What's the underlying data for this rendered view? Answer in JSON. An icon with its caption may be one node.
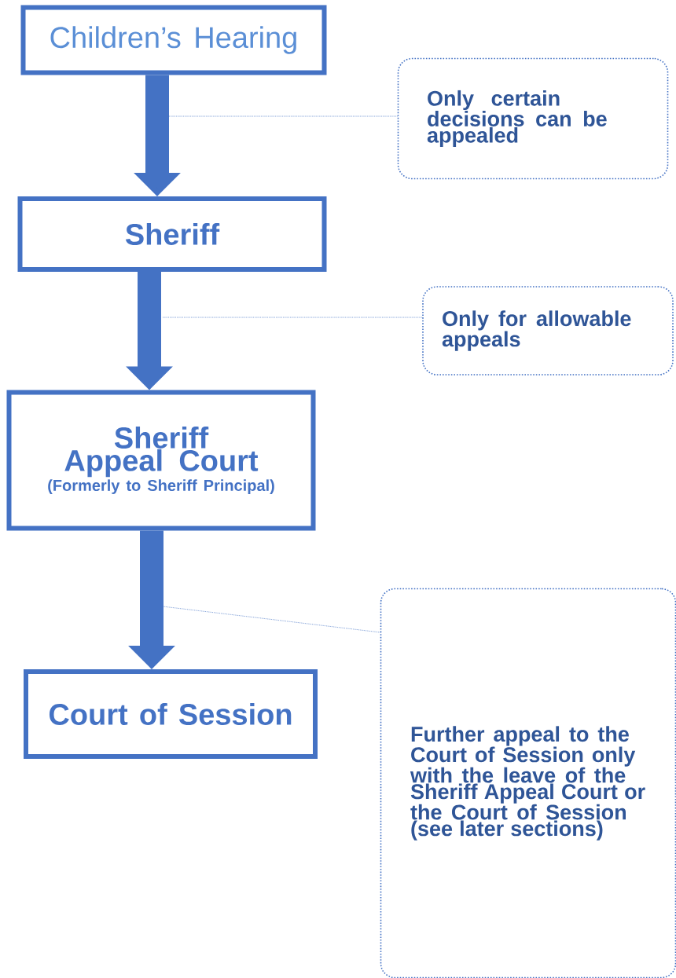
{
  "diagram": {
    "nodes": [
      {
        "text": [
          "Children’s Hearing"
        ]
      },
      {
        "text": [
          "Sheriff"
        ]
      },
      {
        "text": [
          "Sheriff Appeal Court",
          "(Formerly to Sheriff Principal)"
        ]
      },
      {
        "text": [
          "Court of Session"
        ]
      },
      {
        "text": [
          "Only certain decisions can be appealed"
        ]
      },
      {
        "text": [
          "Only for allowable appeals"
        ]
      },
      {
        "text": [
          "Further appeal to the Court of Session only with the leave of the Sheriff Appeal Court or the Court of Session (see later sections)"
        ]
      }
    ],
    "edges": [
      {
        "from": 0,
        "to": 1,
        "arrow": "to",
        "style": "thick"
      },
      {
        "from": 1,
        "to": 2,
        "arrow": "to",
        "style": "thick"
      },
      {
        "from": 2,
        "to": 3,
        "arrow": "to",
        "style": "thick"
      },
      {
        "from": 4,
        "to": null,
        "arrow": "none",
        "style": "dashed"
      },
      {
        "from": 5,
        "to": null,
        "arrow": "none",
        "style": "dashed"
      },
      {
        "from": 6,
        "to": null,
        "arrow": "none",
        "style": "dashed"
      }
    ]
  }
}
